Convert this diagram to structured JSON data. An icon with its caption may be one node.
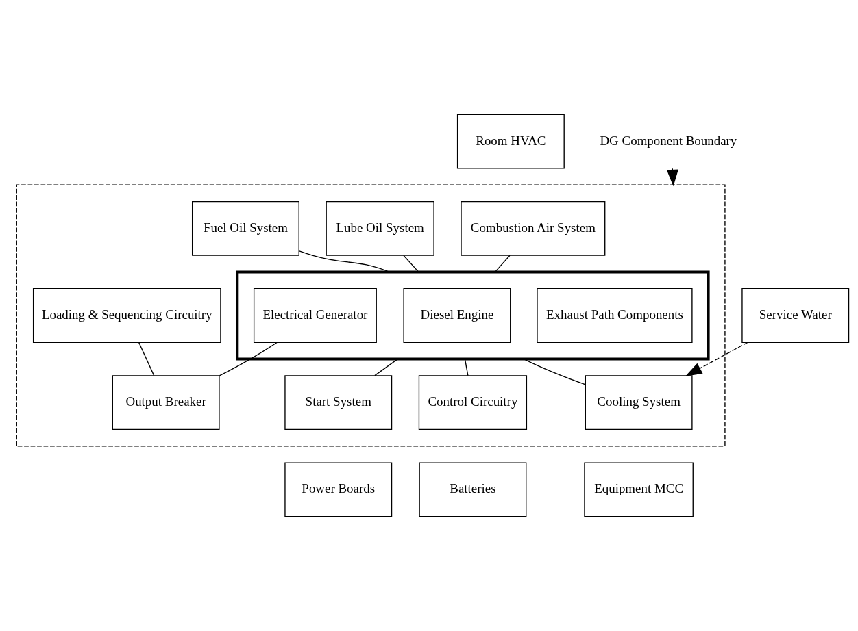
{
  "diagram": {
    "nodes": [
      {
        "text": [
          "Room HVAC"
        ]
      },
      {
        "text": [
          "DG Component Boundary"
        ]
      },
      {
        "text": [],
        "shape": "box"
      },
      {
        "text": [
          "Combustion Air System"
        ],
        "in": 2
      },
      {
        "text": [
          "Lube Oil System"
        ],
        "in": 2
      },
      {
        "text": [
          "Fuel Oil System"
        ],
        "in": 2
      },
      {
        "text": [
          "Loading & Sequencing Circuitry"
        ],
        "in": 2
      },
      {
        "text": [],
        "shape": "box",
        "in": 2
      },
      {
        "text": [
          "Exhaust Path Components"
        ],
        "in": 7
      },
      {
        "text": [
          "Diesel Engine"
        ],
        "in": 7
      },
      {
        "text": [
          "Electrical Generator"
        ],
        "in": 7
      },
      {
        "text": [
          "Output Breaker"
        ],
        "in": 2
      },
      {
        "text": [
          "Service Water"
        ]
      },
      {
        "text": [
          "Cooling System"
        ],
        "in": 2
      },
      {
        "text": [
          "Start System"
        ],
        "in": 2
      },
      {
        "text": [
          "Control Circuitry"
        ],
        "in": 2
      },
      {
        "text": [
          "Equipment MCC"
        ]
      },
      {
        "text": [
          "Power Boards"
        ]
      },
      {
        "text": [
          "Batteries"
        ]
      }
    ],
    "edges": [
      {
        "from": 1,
        "to": 2,
        "arrow": "to",
        "style": "dashed"
      },
      {
        "from": 3,
        "to": 7,
        "arrow": "none"
      },
      {
        "from": 4,
        "to": 7,
        "arrow": "none"
      },
      {
        "from": 5,
        "to": 7,
        "arrow": "none"
      },
      {
        "from": 6,
        "to": 11,
        "arrow": "none"
      },
      {
        "from": 10,
        "to": 11,
        "arrow": "none"
      },
      {
        "from": 7,
        "to": 13,
        "arrow": "none"
      },
      {
        "from": 7,
        "to": 14,
        "arrow": "none"
      },
      {
        "from": 7,
        "to": 15,
        "arrow": "none"
      },
      {
        "from": 12,
        "to": 13,
        "arrow": "to",
        "style": "dashed"
      }
    ]
  }
}
